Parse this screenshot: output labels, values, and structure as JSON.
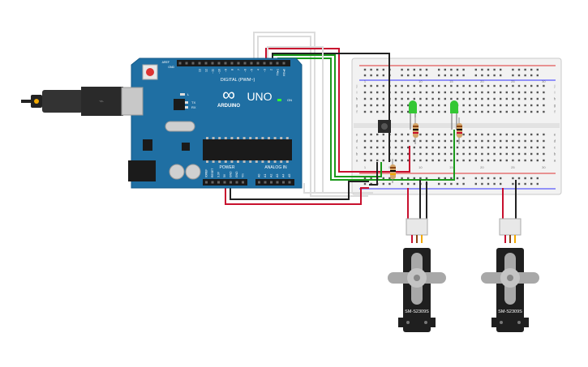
{
  "arduino": {
    "model": "UNO",
    "brand": "ARDUINO",
    "logo_symbol": "∞",
    "digital_header_label": "DIGITAL (PWM~)",
    "analog_header_label": "ANALOG IN",
    "power_header_label": "POWER",
    "on_label": "ON",
    "tx_label": "TX",
    "rx_label": "RX",
    "l_label": "L",
    "aref_label": "AREF",
    "gnd_label": "GND",
    "digital_pins": [
      "13",
      "12",
      "~11",
      "~10",
      "~9",
      "8",
      "7",
      "~6",
      "~5",
      "4",
      "~3",
      "2",
      "TX▸1",
      "RX◂0"
    ],
    "power_pins": [
      "IOREF",
      "RESET",
      "3.3V",
      "5V",
      "GND",
      "GND",
      "Vin"
    ],
    "analog_pins": [
      "A0",
      "A1",
      "A2",
      "A3",
      "A4",
      "A5"
    ],
    "board_color": "#1f6fa3"
  },
  "breadboard": {
    "row_letters": [
      "a",
      "b",
      "c",
      "d",
      "e",
      "f",
      "g",
      "h",
      "i",
      "j"
    ],
    "column_numbers": [
      "1",
      "5",
      "10",
      "15",
      "20",
      "25",
      "30"
    ]
  },
  "servos": [
    {
      "label": "SM-S2309S"
    },
    {
      "label": "SM-S2309S"
    }
  ],
  "leds": [
    {
      "color": "#34c734"
    },
    {
      "color": "#34c734"
    }
  ],
  "wire_colors": {
    "red": "#c8102e",
    "black": "#222222",
    "green": "#1a9a1a",
    "white": "#e6e6e6"
  }
}
